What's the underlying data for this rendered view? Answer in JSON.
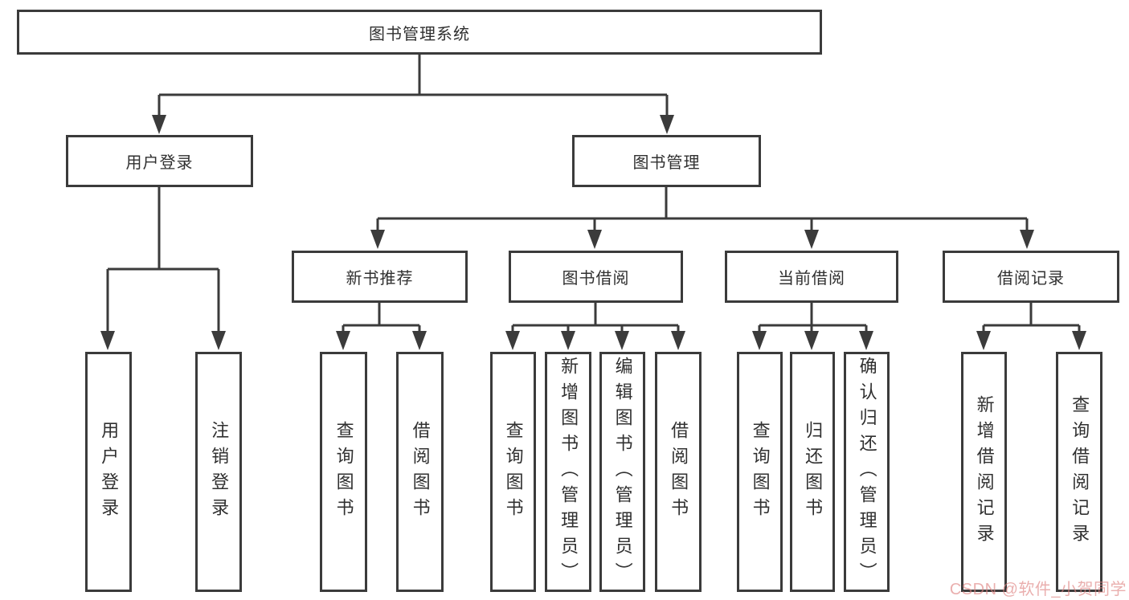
{
  "colors": {
    "line": "#3b3b3b",
    "text": "#303030",
    "watermark": "rgba(222,132,130,0.65)"
  },
  "tree": {
    "root": {
      "label": "图书管理系统"
    },
    "branches": [
      {
        "label": "用户登录",
        "children": [
          {
            "label": "用户登录"
          },
          {
            "label": "注销登录"
          }
        ]
      },
      {
        "label": "图书管理",
        "sections": [
          {
            "label": "新书推荐",
            "children": [
              {
                "label": "查询图书"
              },
              {
                "label": "借阅图书"
              }
            ]
          },
          {
            "label": "图书借阅",
            "children": [
              {
                "label": "查询图书"
              },
              {
                "label": "新增图书（管理员）"
              },
              {
                "label": "编辑图书（管理员）"
              },
              {
                "label": "借阅图书"
              }
            ]
          },
          {
            "label": "当前借阅",
            "children": [
              {
                "label": "查询图书"
              },
              {
                "label": "归还图书"
              },
              {
                "label": "确认归还（管理员）"
              }
            ]
          },
          {
            "label": "借阅记录",
            "children": [
              {
                "label": "新增借阅记录"
              },
              {
                "label": "查询借阅记录"
              }
            ]
          }
        ]
      }
    ]
  },
  "watermark": {
    "text": "CSDN @软件_小贺同学"
  }
}
